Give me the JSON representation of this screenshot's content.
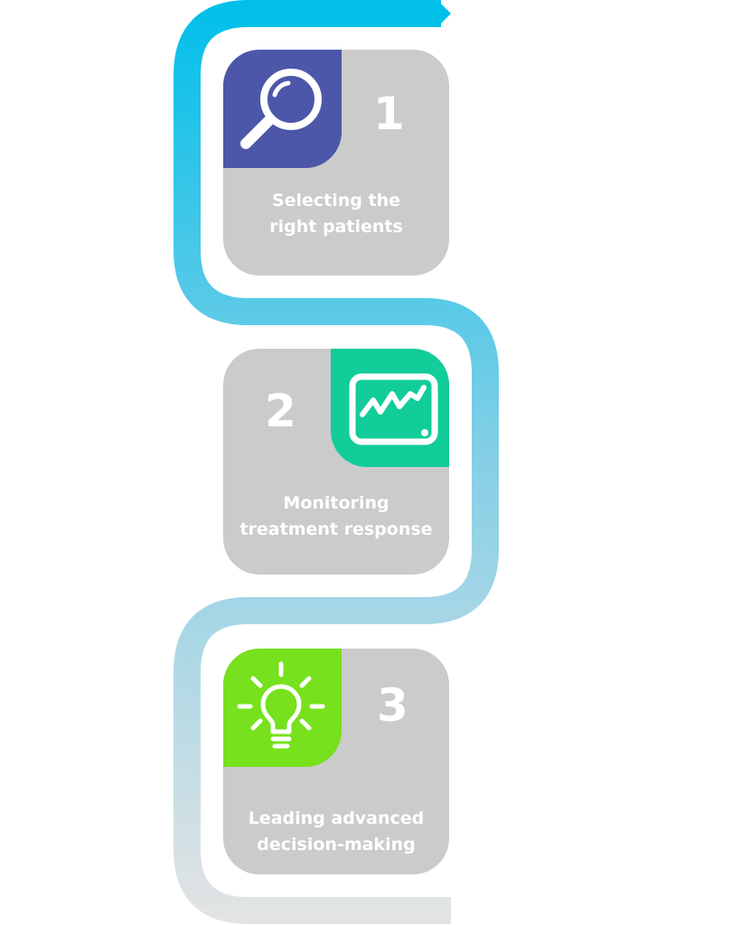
{
  "steps": [
    {
      "number": "1",
      "label_line1": "Selecting the",
      "label_line2": "right patients",
      "icon": "magnifier-icon",
      "color": "#4c57a9"
    },
    {
      "number": "2",
      "label_line1": "Monitoring",
      "label_line2": "treatment response",
      "icon": "monitor-icon",
      "color": "#12cc99"
    },
    {
      "number": "3",
      "label_line1": "Leading advanced",
      "label_line2": "decision-making",
      "icon": "lightbulb-icon",
      "color": "#76e11c"
    }
  ],
  "colors": {
    "card": "#cbcbcb",
    "path_top": "#00bfea",
    "path_bottom": "#e4e4e4"
  }
}
